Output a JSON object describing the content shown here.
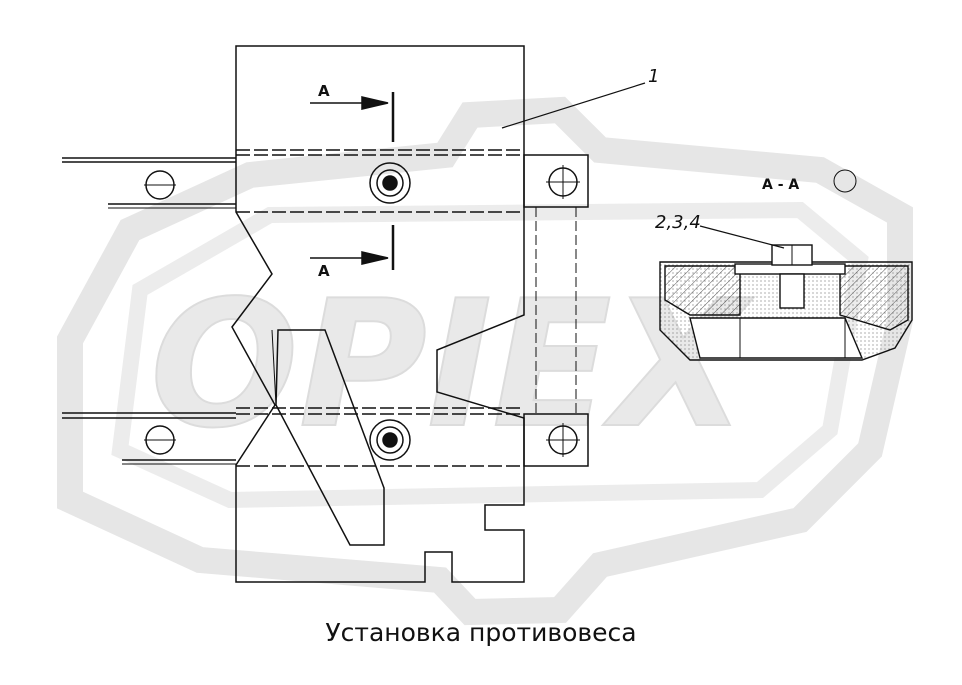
{
  "caption": "Установка противовеса",
  "callouts": {
    "part_1": "1",
    "parts_2_3_4": "2,3,4"
  },
  "section": {
    "cut_label_top": "A",
    "cut_label_bottom": "A",
    "view_label": "A - A"
  },
  "watermark": {
    "text": "OPIEX"
  },
  "colors": {
    "line": "#111111",
    "watermark": "#e4e4e4",
    "hatch": "#444444"
  }
}
